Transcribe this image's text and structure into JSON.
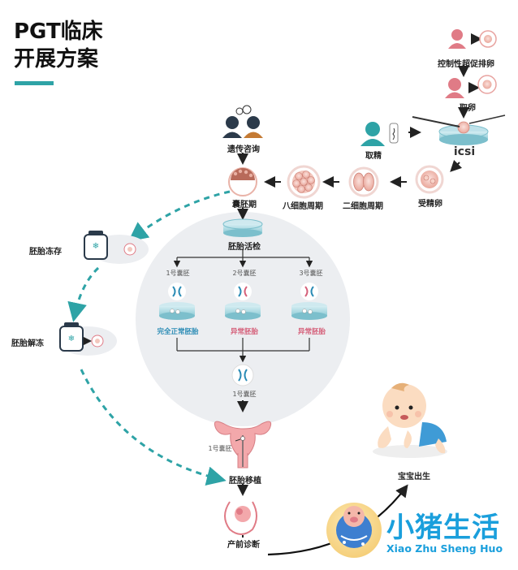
{
  "title_line1": "PGT临床",
  "title_line2": "开展方案",
  "steps": {
    "controlled_stimulation": "控制性超促排卵",
    "egg_retrieval": "取卵",
    "sperm_retrieval": "取精",
    "icsi": "icsi",
    "fertilized_egg": "受精卵",
    "two_cell": "二细胞周期",
    "eight_cell": "八细胞周期",
    "blastocyst": "囊胚期",
    "genetic_counseling": "遗传咨询",
    "embryo_biopsy": "胚胎活检",
    "embryo_freezing": "胚胎冻存",
    "embryo_thawing": "胚胎解冻",
    "embryo_transfer": "胚胎移植",
    "prenatal_diagnosis": "产前诊断",
    "baby_born": "宝宝出生"
  },
  "embryos": [
    {
      "name": "1号囊胚",
      "result": "完全正常胚胎",
      "status": "normal"
    },
    {
      "name": "2号囊胚",
      "result": "异常胚胎",
      "status": "abnormal"
    },
    {
      "name": "3号囊胚",
      "result": "异常胚胎",
      "status": "abnormal"
    }
  ],
  "selected_embryo": "1号囊胚",
  "uterus_embryo_label": "1号囊胚",
  "watermark": {
    "cn": "小猪生活",
    "en": "Xiao Zhu Sheng Huo"
  },
  "colors": {
    "teal": "#2ea3a6",
    "pink": "#e07b86",
    "dark_navy": "#2b3a4a",
    "brand_blue": "#1a9fdc"
  },
  "icons": [
    "couple-icon",
    "blastocyst-icon",
    "eight-cell-icon",
    "two-cell-icon",
    "fertilized-egg-icon",
    "woman-icon",
    "man-icon",
    "petri-dish-icon",
    "freezer-tank-icon",
    "uterus-icon",
    "fetus-icon",
    "baby-icon",
    "pig-logo-icon"
  ]
}
